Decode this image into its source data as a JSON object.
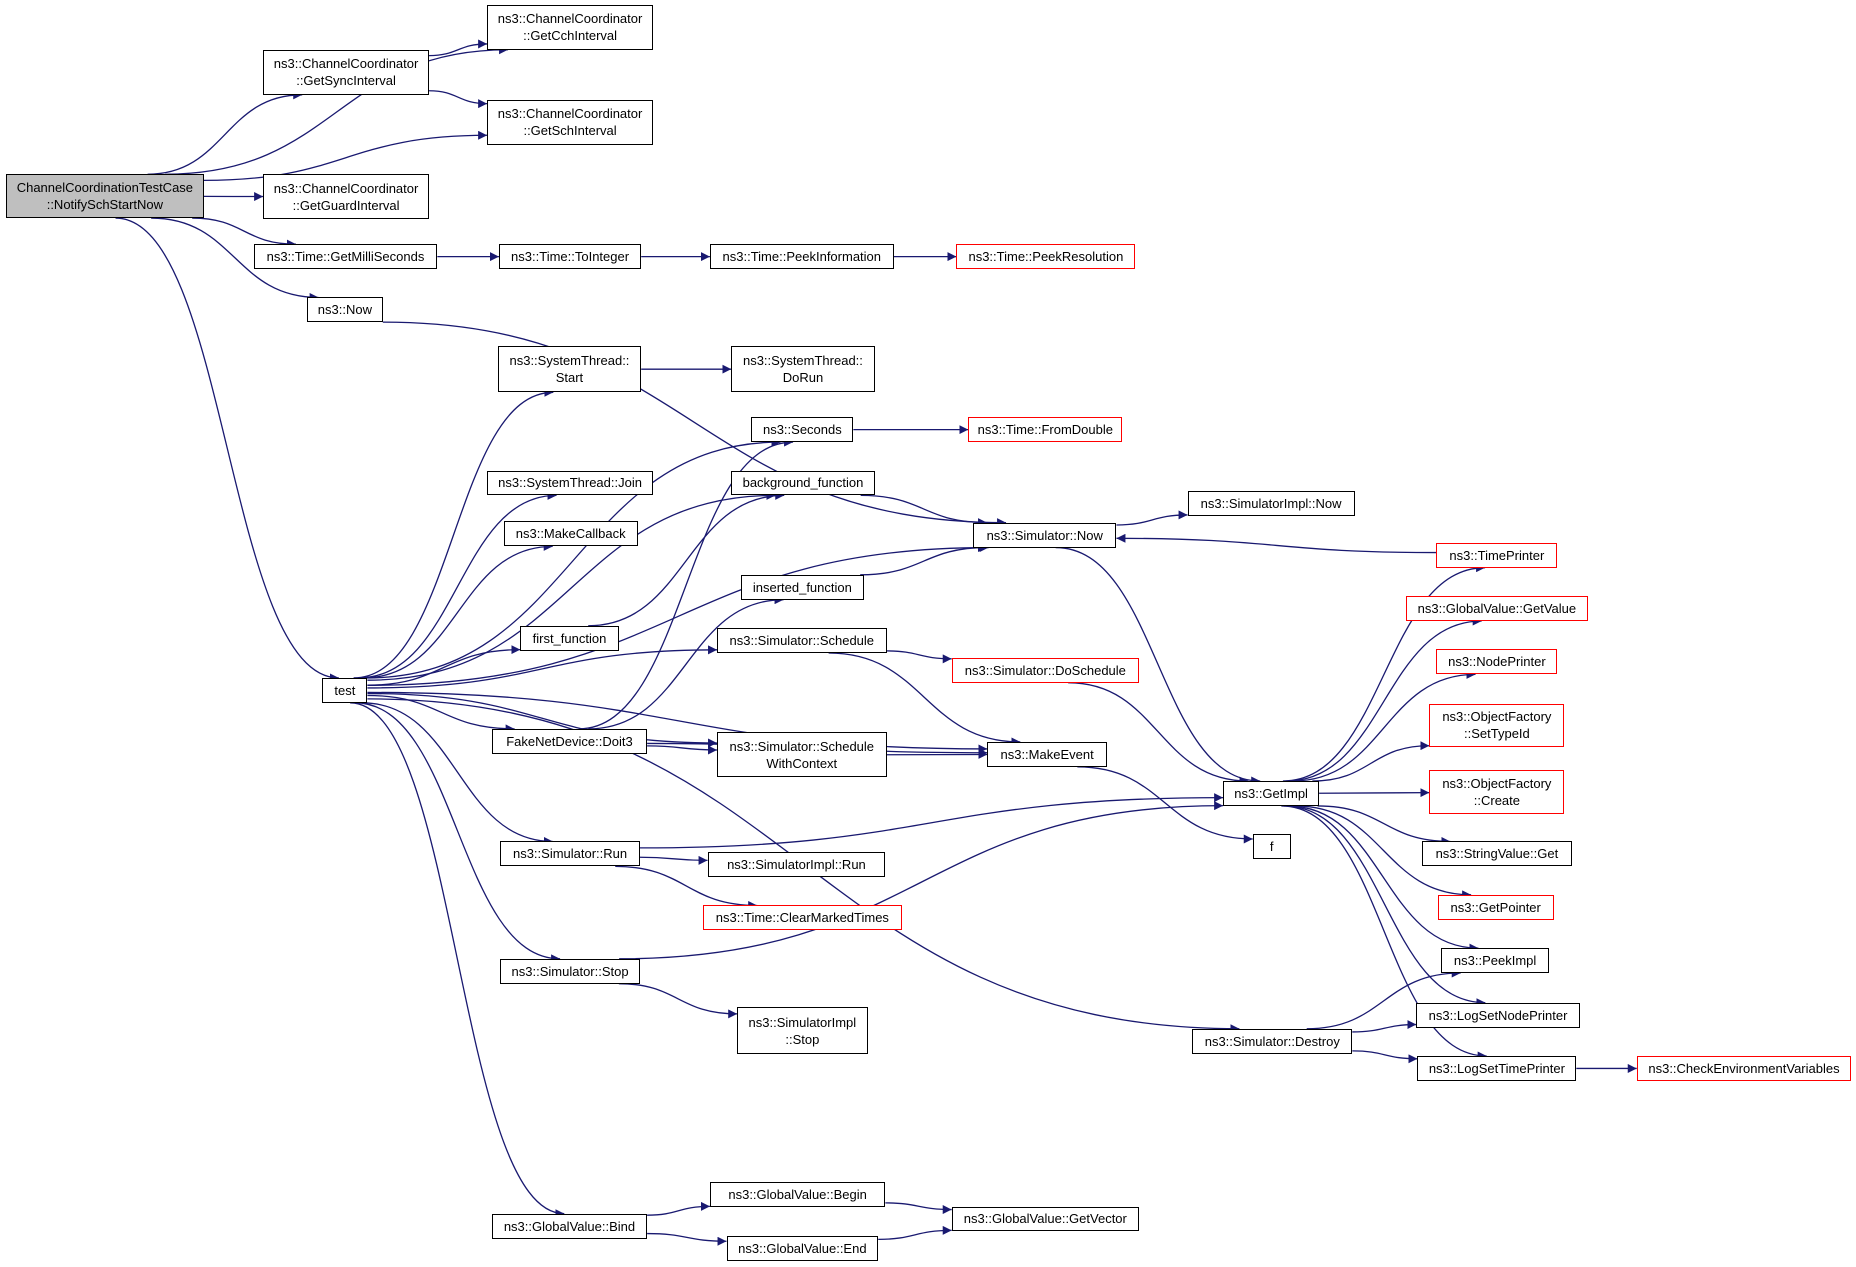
{
  "graph": {
    "colors": {
      "edge": "#191970",
      "node_border": "#000000",
      "node_border_partial": "#ff0000",
      "root_fill": "#bfbfbf"
    },
    "nodes": [
      {
        "id": "root",
        "label": "ChannelCoordinationTestCase\n::NotifySchStartNow",
        "style": "root"
      },
      {
        "id": "getCch",
        "label": "ns3::ChannelCoordinator\n::GetCchInterval"
      },
      {
        "id": "getSync",
        "label": "ns3::ChannelCoordinator\n::GetSyncInterval"
      },
      {
        "id": "getSch",
        "label": "ns3::ChannelCoordinator\n::GetSchInterval"
      },
      {
        "id": "getGuard",
        "label": "ns3::ChannelCoordinator\n::GetGuardInterval"
      },
      {
        "id": "getMilli",
        "label": "ns3::Time::GetMilliSeconds"
      },
      {
        "id": "toInteger",
        "label": "ns3::Time::ToInteger"
      },
      {
        "id": "peekInfo",
        "label": "ns3::Time::PeekInformation"
      },
      {
        "id": "peekRes",
        "label": "ns3::Time::PeekResolution",
        "style": "red"
      },
      {
        "id": "now",
        "label": "ns3::Now"
      },
      {
        "id": "stStart",
        "label": "ns3::SystemThread::\nStart"
      },
      {
        "id": "stDoRun",
        "label": "ns3::SystemThread::\nDoRun"
      },
      {
        "id": "seconds",
        "label": "ns3::Seconds"
      },
      {
        "id": "fromDouble",
        "label": "ns3::Time::FromDouble",
        "style": "red"
      },
      {
        "id": "stJoin",
        "label": "ns3::SystemThread::Join"
      },
      {
        "id": "bgFunc",
        "label": "background_function"
      },
      {
        "id": "makeCb",
        "label": "ns3::MakeCallback"
      },
      {
        "id": "simNow",
        "label": "ns3::Simulator::Now"
      },
      {
        "id": "implNow",
        "label": "ns3::SimulatorImpl::Now"
      },
      {
        "id": "timePrinter",
        "label": "ns3::TimePrinter",
        "style": "red"
      },
      {
        "id": "insFunc",
        "label": "inserted_function"
      },
      {
        "id": "gvGetValue",
        "label": "ns3::GlobalValue::GetValue",
        "style": "red"
      },
      {
        "id": "firstFunc",
        "label": "first_function"
      },
      {
        "id": "schedule",
        "label": "ns3::Simulator::Schedule"
      },
      {
        "id": "nodePrinter",
        "label": "ns3::NodePrinter",
        "style": "red"
      },
      {
        "id": "doSchedule",
        "label": "ns3::Simulator::DoSchedule",
        "style": "red"
      },
      {
        "id": "test",
        "label": "test"
      },
      {
        "id": "ofSetTypeId",
        "label": "ns3::ObjectFactory\n::SetTypeId",
        "style": "red"
      },
      {
        "id": "doit3",
        "label": "FakeNetDevice::Doit3"
      },
      {
        "id": "schedWC",
        "label": "ns3::Simulator::Schedule\nWithContext"
      },
      {
        "id": "makeEvent",
        "label": "ns3::MakeEvent"
      },
      {
        "id": "getImpl",
        "label": "ns3::GetImpl"
      },
      {
        "id": "ofCreate",
        "label": "ns3::ObjectFactory\n::Create",
        "style": "red"
      },
      {
        "id": "f",
        "label": "f"
      },
      {
        "id": "simRun",
        "label": "ns3::Simulator::Run"
      },
      {
        "id": "implRun",
        "label": "ns3::SimulatorImpl::Run"
      },
      {
        "id": "strGet",
        "label": "ns3::StringValue::Get"
      },
      {
        "id": "clearMarked",
        "label": "ns3::Time::ClearMarkedTimes",
        "style": "red"
      },
      {
        "id": "getPointer",
        "label": "ns3::GetPointer",
        "style": "red"
      },
      {
        "id": "peekImpl",
        "label": "ns3::PeekImpl"
      },
      {
        "id": "simStop",
        "label": "ns3::Simulator::Stop"
      },
      {
        "id": "implStop",
        "label": "ns3::SimulatorImpl\n::Stop"
      },
      {
        "id": "logNode",
        "label": "ns3::LogSetNodePrinter"
      },
      {
        "id": "destroy",
        "label": "ns3::Simulator::Destroy"
      },
      {
        "id": "logTime",
        "label": "ns3::LogSetTimePrinter"
      },
      {
        "id": "checkEnv",
        "label": "ns3::CheckEnvironmentVariables",
        "style": "red"
      },
      {
        "id": "gvBind",
        "label": "ns3::GlobalValue::Bind"
      },
      {
        "id": "gvBegin",
        "label": "ns3::GlobalValue::Begin"
      },
      {
        "id": "gvGetVector",
        "label": "ns3::GlobalValue::GetVector"
      },
      {
        "id": "gvEnd",
        "label": "ns3::GlobalValue::End"
      }
    ],
    "edges": [
      [
        "root",
        "getCch"
      ],
      [
        "root",
        "getSync"
      ],
      [
        "root",
        "getSch"
      ],
      [
        "root",
        "getGuard"
      ],
      [
        "root",
        "getMilli"
      ],
      [
        "root",
        "now"
      ],
      [
        "root",
        "test"
      ],
      [
        "getSync",
        "getCch"
      ],
      [
        "getSync",
        "getSch"
      ],
      [
        "getMilli",
        "toInteger"
      ],
      [
        "toInteger",
        "peekInfo"
      ],
      [
        "peekInfo",
        "peekRes"
      ],
      [
        "now",
        "simNow"
      ],
      [
        "stStart",
        "stDoRun"
      ],
      [
        "seconds",
        "fromDouble"
      ],
      [
        "bgFunc",
        "simNow"
      ],
      [
        "insFunc",
        "simNow"
      ],
      [
        "firstFunc",
        "bgFunc"
      ],
      [
        "simNow",
        "implNow"
      ],
      [
        "simNow",
        "getImpl"
      ],
      [
        "timePrinter",
        "simNow"
      ],
      [
        "schedule",
        "doSchedule"
      ],
      [
        "schedule",
        "makeEvent"
      ],
      [
        "doSchedule",
        "getImpl"
      ],
      [
        "doit3",
        "seconds"
      ],
      [
        "doit3",
        "insFunc"
      ],
      [
        "doit3",
        "makeEvent"
      ],
      [
        "doit3",
        "schedWC"
      ],
      [
        "schedWC",
        "makeEvent"
      ],
      [
        "makeEvent",
        "f"
      ],
      [
        "test",
        "stStart"
      ],
      [
        "test",
        "seconds"
      ],
      [
        "test",
        "stJoin"
      ],
      [
        "test",
        "makeCb"
      ],
      [
        "test",
        "bgFunc"
      ],
      [
        "test",
        "simNow"
      ],
      [
        "test",
        "firstFunc"
      ],
      [
        "test",
        "schedule"
      ],
      [
        "test",
        "doit3"
      ],
      [
        "test",
        "schedWC"
      ],
      [
        "test",
        "simRun"
      ],
      [
        "test",
        "simStop"
      ],
      [
        "test",
        "makeEvent"
      ],
      [
        "test",
        "destroy"
      ],
      [
        "test",
        "gvBind"
      ],
      [
        "simRun",
        "getImpl"
      ],
      [
        "simRun",
        "implRun"
      ],
      [
        "simRun",
        "clearMarked"
      ],
      [
        "simStop",
        "getImpl"
      ],
      [
        "simStop",
        "implStop"
      ],
      [
        "getImpl",
        "timePrinter"
      ],
      [
        "getImpl",
        "gvGetValue"
      ],
      [
        "getImpl",
        "nodePrinter"
      ],
      [
        "getImpl",
        "ofSetTypeId"
      ],
      [
        "getImpl",
        "ofCreate"
      ],
      [
        "getImpl",
        "strGet"
      ],
      [
        "getImpl",
        "getPointer"
      ],
      [
        "getImpl",
        "peekImpl"
      ],
      [
        "getImpl",
        "logNode"
      ],
      [
        "getImpl",
        "logTime"
      ],
      [
        "destroy",
        "peekImpl"
      ],
      [
        "destroy",
        "logNode"
      ],
      [
        "destroy",
        "logTime"
      ],
      [
        "logTime",
        "checkEnv"
      ],
      [
        "gvBind",
        "gvBegin"
      ],
      [
        "gvBind",
        "gvEnd"
      ],
      [
        "gvBegin",
        "gvGetVector"
      ],
      [
        "gvEnd",
        "gvGetVector"
      ]
    ]
  }
}
